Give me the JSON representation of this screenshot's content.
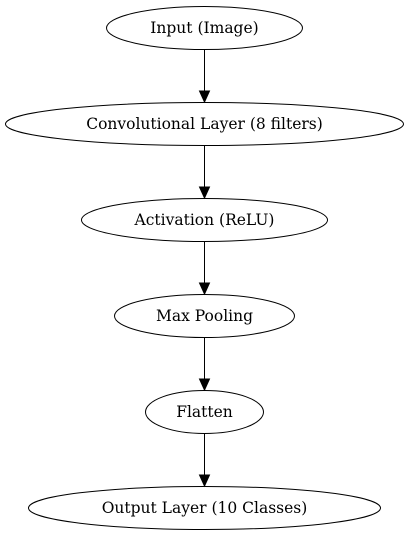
{
  "diagram": {
    "nodes": [
      {
        "id": "input",
        "label": "Input (Image)"
      },
      {
        "id": "conv",
        "label": "Convolutional Layer (8 filters)"
      },
      {
        "id": "activation",
        "label": "Activation (ReLU)"
      },
      {
        "id": "pool",
        "label": "Max Pooling"
      },
      {
        "id": "flatten",
        "label": "Flatten"
      },
      {
        "id": "output",
        "label": "Output Layer (10 Classes)"
      }
    ],
    "edges": [
      {
        "from": "input",
        "to": "conv"
      },
      {
        "from": "conv",
        "to": "activation"
      },
      {
        "from": "activation",
        "to": "pool"
      },
      {
        "from": "pool",
        "to": "flatten"
      },
      {
        "from": "flatten",
        "to": "output"
      }
    ]
  }
}
